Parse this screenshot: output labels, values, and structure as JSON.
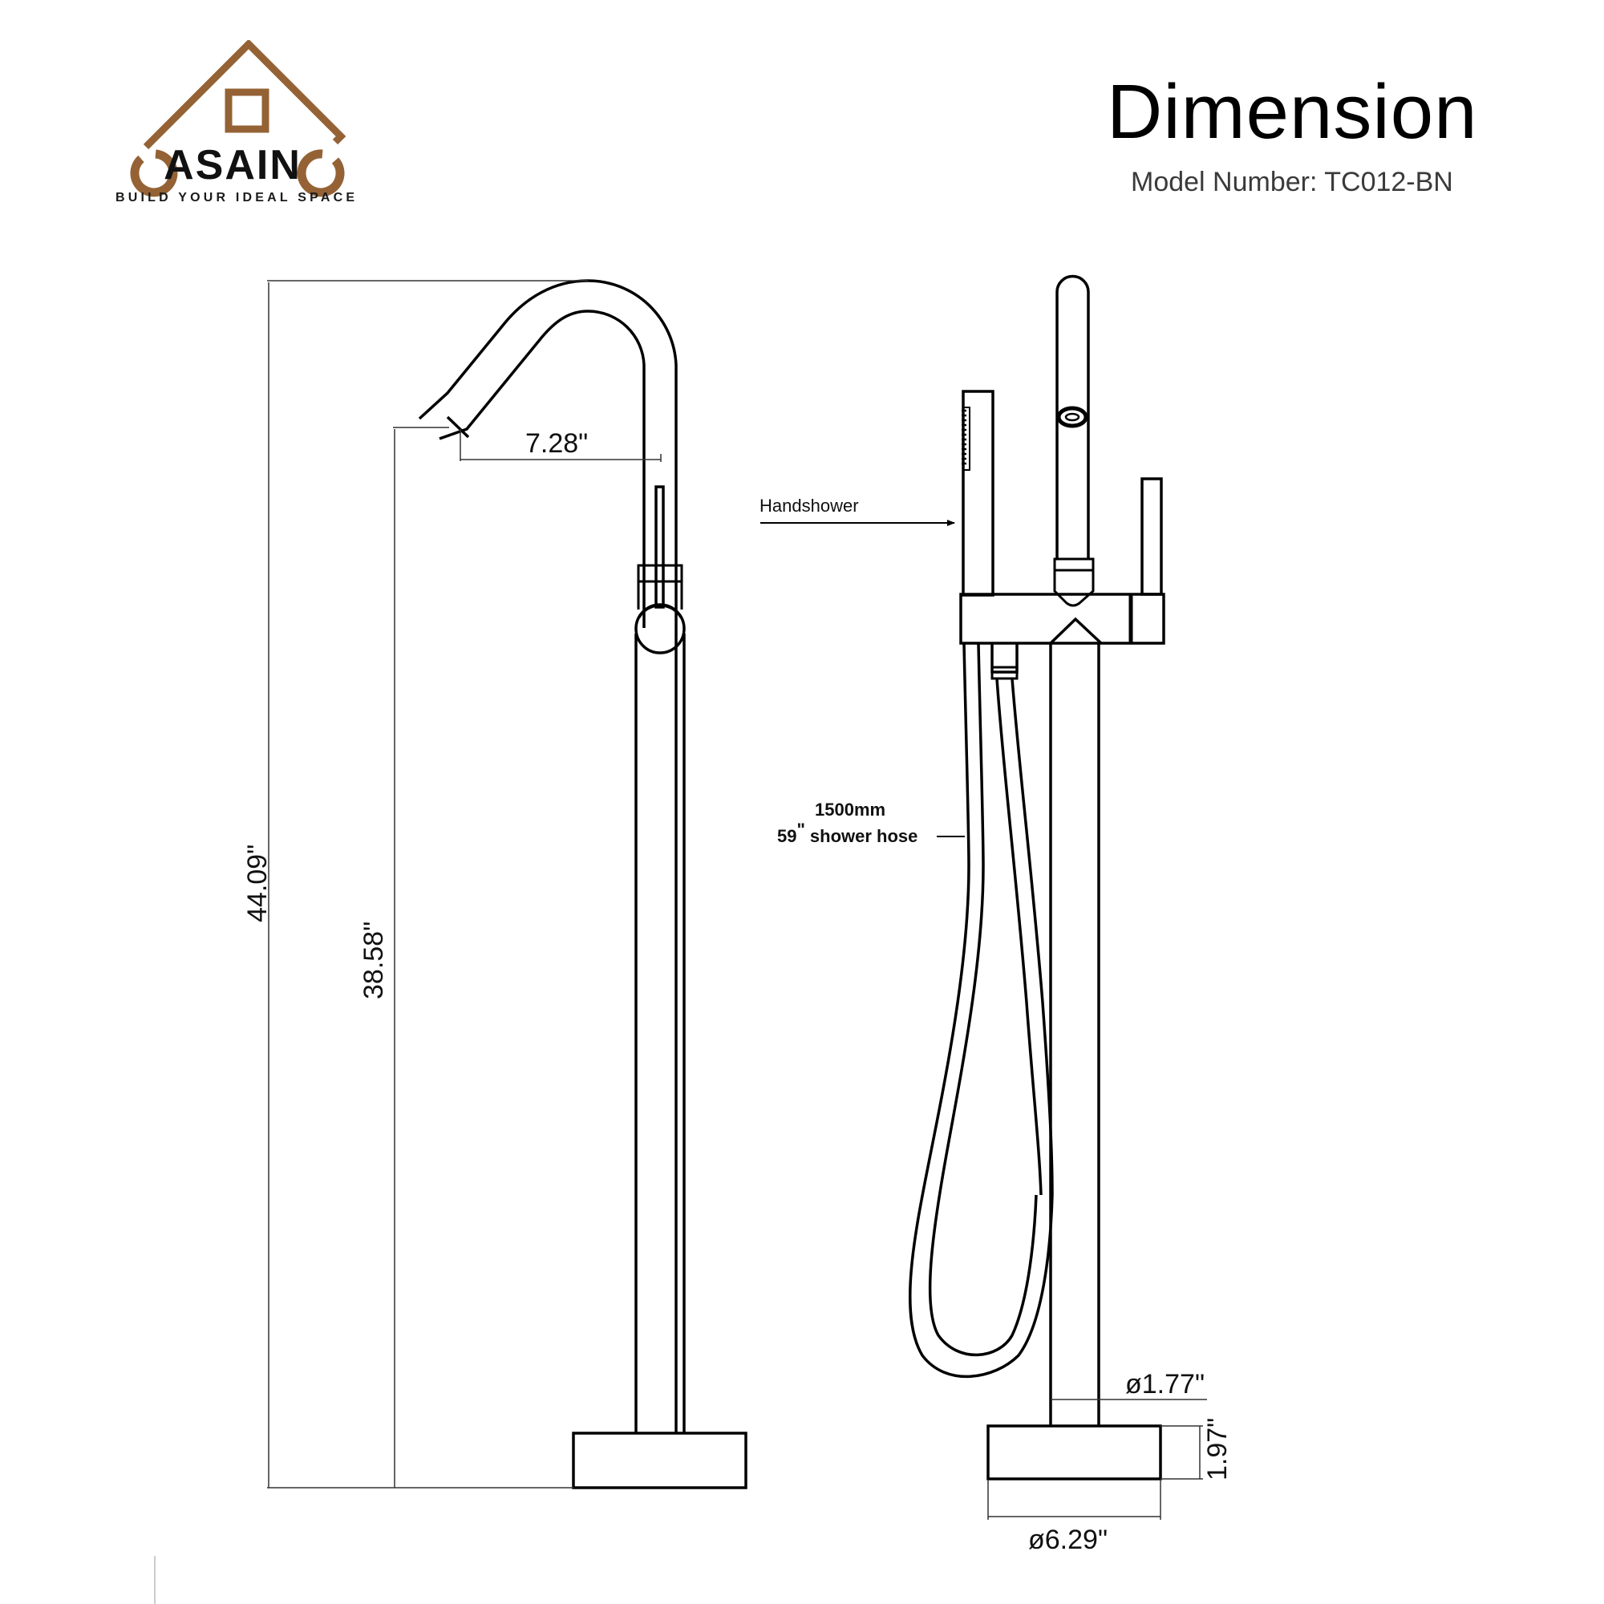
{
  "brand": {
    "name_left_glyph": "C",
    "name_middle": "ASAIN",
    "name_right_glyph": "C",
    "full_name": "CASAINC",
    "tagline": "BUILD YOUR IDEAL SPACE",
    "brand_color": "#946234"
  },
  "header": {
    "title": "Dimension",
    "model_label": "Model Number: TC012-BN"
  },
  "side_view": {
    "overall_height": "44.09\"",
    "spout_height": "38.58\"",
    "spout_reach": "7.28\""
  },
  "front_view": {
    "handshower_label": "Handshower",
    "hose_length_mm": "1500mm",
    "hose_length_in": "59",
    "hose_in_mark": "\"",
    "hose_label_suffix": "shower hose",
    "column_diameter": "ø1.77\"",
    "base_height": "1.97\"",
    "base_diameter": "ø6.29\""
  },
  "colors": {
    "line": "#000000",
    "dim_line": "#333333",
    "brand": "#946234"
  }
}
